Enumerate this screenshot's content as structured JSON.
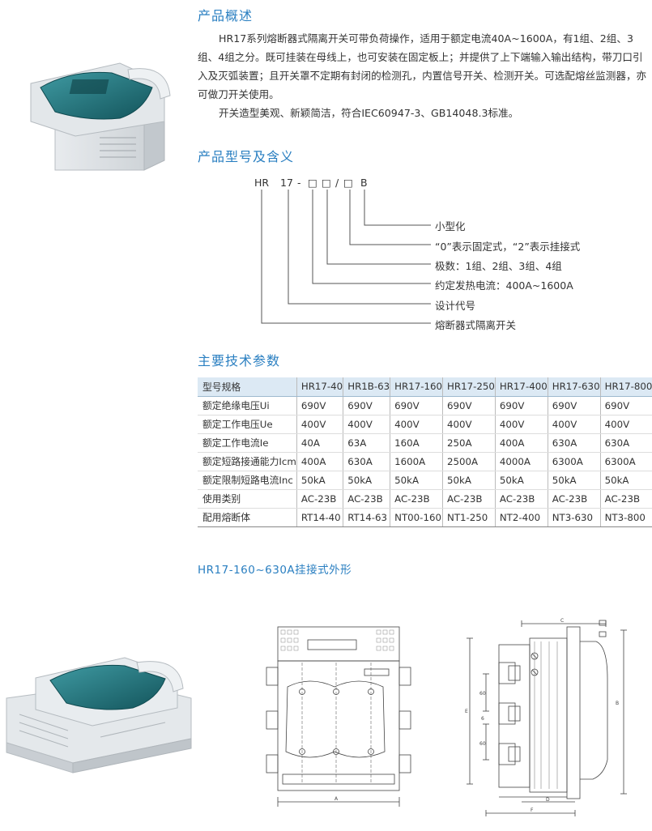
{
  "overview": {
    "title": "产品概述",
    "para1": "HR17系列熔断器式隔离开关可带负荷操作，适用于额定电流40A~1600A，有1组、2组、3组、4组之分。既可挂装在母线上，也可安装在固定板上；并提供了上下端输入输出结构，带刀口引入及灭弧装置；且开关罩不定期有封闭的检测孔，内置信号开关、检测开关。可选配熔丝监测器，亦可做刀开关使用。",
    "para2": "开关造型美观、新颖简洁，符合IEC60947-3、GB14048.3标准。"
  },
  "model": {
    "title": "产品型号及含义",
    "code": [
      "HR",
      "17",
      "-",
      "□",
      "□",
      "/",
      "□",
      "B"
    ],
    "meanings": [
      "小型化",
      "“0”表示固定式，“2”表示挂接式",
      "极数：1组、2组、3组、4组",
      "约定发热电流：400A~1600A",
      "设计代号",
      "熔断器式隔离开关"
    ]
  },
  "specs": {
    "title": "主要技术参数",
    "header": [
      "型号规格",
      "HR17-40",
      "HR1B-63",
      "HR17-160",
      "HR17-250",
      "HR17-400",
      "HR17-630",
      "HR17-800"
    ],
    "rows": [
      [
        "额定绝缘电压Ui",
        "690V",
        "690V",
        "690V",
        "690V",
        "690V",
        "690V",
        "690V"
      ],
      [
        "额定工作电压Ue",
        "400V",
        "400V",
        "400V",
        "400V",
        "400V",
        "400V",
        "400V"
      ],
      [
        "额定工作电流Ie",
        "40A",
        "63A",
        "160A",
        "250A",
        "400A",
        "630A",
        "630A"
      ],
      [
        "额定短路接通能力Icm",
        "400A",
        "630A",
        "1600A",
        "2500A",
        "4000A",
        "6300A",
        "6300A"
      ],
      [
        "额定限制短路电流Inc",
        "50kA",
        "50kA",
        "50kA",
        "50kA",
        "50kA",
        "50kA",
        "50kA"
      ],
      [
        "使用类别",
        "AC-23B",
        "AC-23B",
        "AC-23B",
        "AC-23B",
        "AC-23B",
        "AC-23B",
        "AC-23B"
      ],
      [
        "配用熔断体",
        "RT14-40",
        "RT14-63",
        "NT00-160",
        "NT1-250",
        "NT2-400",
        "NT3-630",
        "NT3-800"
      ]
    ]
  },
  "outline": {
    "title": "HR17-160~630A挂接式外形",
    "dims": {
      "A": "A",
      "B": "B",
      "C": "C",
      "D": "D",
      "E": "E",
      "F": "F",
      "d60a": "60",
      "d60b": "60",
      "d6": "6"
    }
  },
  "colors": {
    "heading": "#2a7fc1",
    "table_header": "#dce9f4",
    "cover": "#1f6b73"
  }
}
